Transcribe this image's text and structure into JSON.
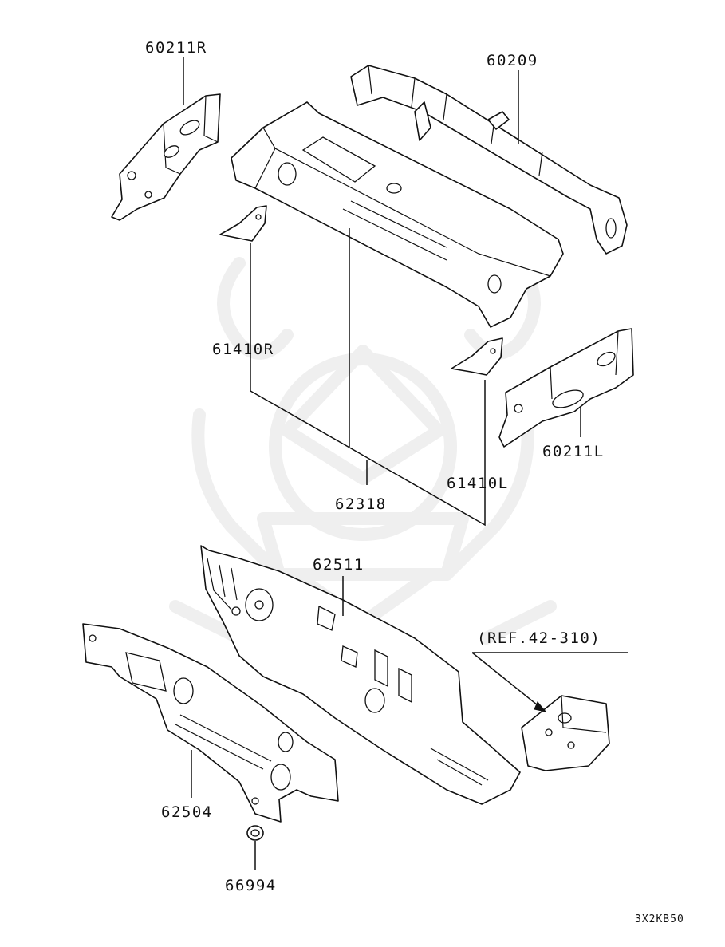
{
  "diagram": {
    "labels": {
      "p60211R": "60211R",
      "p60209": "60209",
      "p61410R": "61410R",
      "p60211L": "60211L",
      "p61410L": "61410L",
      "p62318": "62318",
      "p62511": "62511",
      "ref": "(REF.42-310)",
      "p62504": "62504",
      "p66994": "66994"
    },
    "diagram_code": "3X2KB50"
  }
}
